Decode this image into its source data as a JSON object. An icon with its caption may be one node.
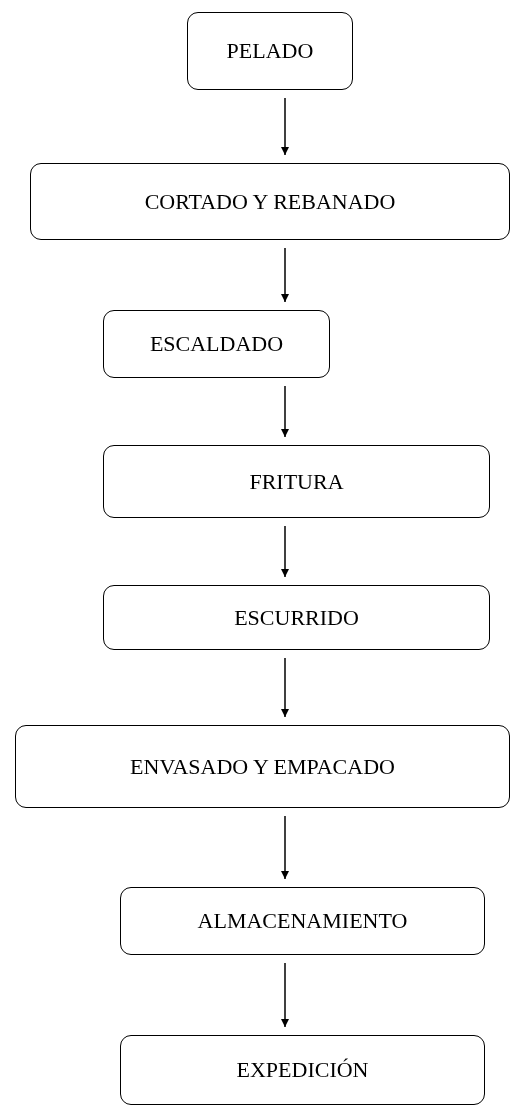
{
  "diagram": {
    "nodes": [
      {
        "text": [
          "PELADO"
        ]
      },
      {
        "text": [
          "CORTADO Y REBANADO"
        ]
      },
      {
        "text": [
          "ESCALDADO"
        ]
      },
      {
        "text": [
          "FRITURA"
        ]
      },
      {
        "text": [
          "ESCURRIDO"
        ]
      },
      {
        "text": [
          "ENVASADO Y EMPACADO"
        ]
      },
      {
        "text": [
          "ALMACENAMIENTO"
        ]
      },
      {
        "text": [
          "EXPEDICIÓN"
        ]
      }
    ],
    "edges": [
      {
        "from": 0,
        "to": 1,
        "arrow": "to"
      },
      {
        "from": 1,
        "to": 2,
        "arrow": "to"
      },
      {
        "from": 2,
        "to": 3,
        "arrow": "to"
      },
      {
        "from": 3,
        "to": 4,
        "arrow": "to"
      },
      {
        "from": 4,
        "to": 5,
        "arrow": "to"
      },
      {
        "from": 5,
        "to": 6,
        "arrow": "to"
      },
      {
        "from": 6,
        "to": 7,
        "arrow": "to"
      }
    ]
  }
}
